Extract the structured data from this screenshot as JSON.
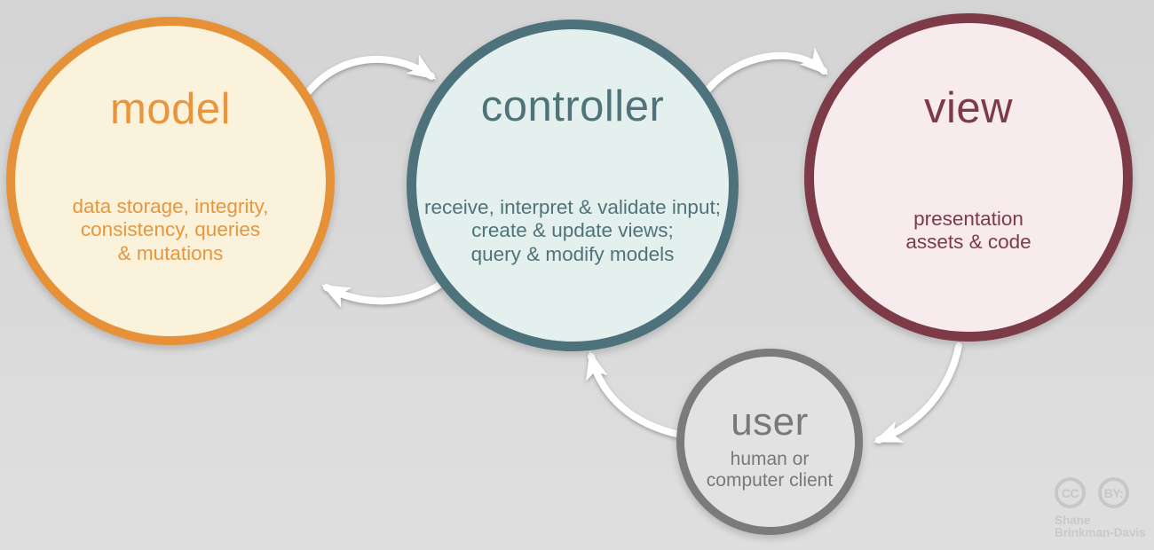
{
  "background": {
    "top": "#d4d4d5",
    "bottom": "#dfdfdf"
  },
  "arrow_color": "#ffffff",
  "nodes": [
    {
      "id": "model",
      "label": "model",
      "lines": [
        "data storage, integrity,",
        "consistency, queries",
        "& mutations"
      ],
      "border_color": "#e69138",
      "fill_color": "#fbf2dc",
      "text_color": "#e8953c"
    },
    {
      "id": "controller",
      "label": "controller",
      "lines": [
        "receive, interpret & validate input;",
        "create & update views;",
        "query & modify models"
      ],
      "border_color": "#4d727b",
      "fill_color": "#e3f0ee",
      "text_color": "#507379"
    },
    {
      "id": "view",
      "label": "view",
      "lines": [
        "presentation",
        "assets & code"
      ],
      "border_color": "#7d3a47",
      "fill_color": "#f8ebed",
      "text_color": "#7d3a47"
    },
    {
      "id": "user",
      "label": "user",
      "lines": [
        "human or",
        "computer client"
      ],
      "border_color": "#7b7b7b",
      "fill_color": "#e2e2e2",
      "text_color": "#787878"
    }
  ],
  "arrows": [
    {
      "from": "model",
      "to": "controller"
    },
    {
      "from": "controller",
      "to": "view"
    },
    {
      "from": "controller",
      "to": "model"
    },
    {
      "from": "user",
      "to": "controller"
    },
    {
      "from": "view",
      "to": "user"
    }
  ],
  "attribution": {
    "license_icon_1": "CC",
    "license_icon_2": "BY:",
    "author_line_1": "Shane",
    "author_line_2": "Brinkman-Davis"
  }
}
